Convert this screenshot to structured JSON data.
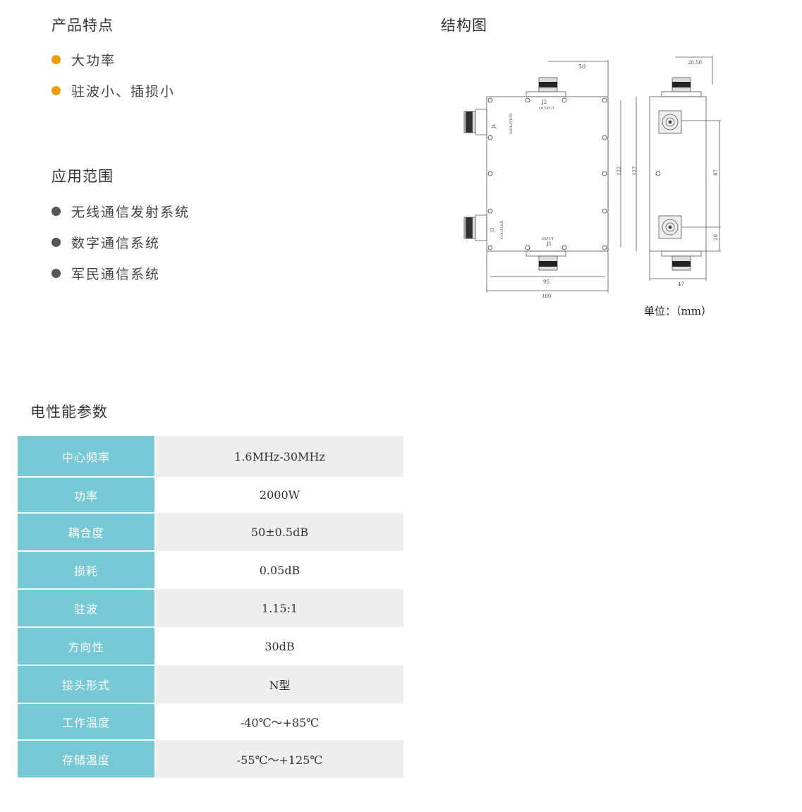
{
  "features": {
    "title": "产品特点",
    "items": [
      "大功率",
      "驻波小、插损小"
    ]
  },
  "applications": {
    "title": "应用范围",
    "items": [
      "无线通信发射系统",
      "数字通信系统",
      "军民通信系统"
    ]
  },
  "structure": {
    "title": "结构图",
    "unit": "单位：（mm）",
    "labels": {
      "top_dim": "50",
      "j2": "J2",
      "output": "OUTPUT",
      "j4": "J4",
      "isolation": "ISOLATION",
      "j3": "J3",
      "coupled": "COUPLED",
      "j1": "J1",
      "input": "INPUT",
      "h_inner": "122",
      "h_outer": "127",
      "w_inner": "95",
      "w_outer": "100",
      "side_top": "20.50",
      "side_h": "87",
      "side_low": "20",
      "side_w": "47"
    }
  },
  "specs": {
    "title": "电性能参数",
    "rows": [
      {
        "label": "中心频率",
        "value": "1.6MHz-30MHz"
      },
      {
        "label": "功率",
        "value": "2000W"
      },
      {
        "label": "耦合度",
        "value": "50±0.5dB"
      },
      {
        "label": "损耗",
        "value": "0.05dB"
      },
      {
        "label": "驻波",
        "value": "1.15:1"
      },
      {
        "label": "方向性",
        "value": "30dB"
      },
      {
        "label": "接头形式",
        "value": "N型"
      },
      {
        "label": "工作温度",
        "value": "-40℃～+85℃"
      },
      {
        "label": "存储温度",
        "value": "-55℃～+125℃"
      }
    ]
  },
  "colors": {
    "accent": "#f29b00",
    "table_header": "#76c8d4",
    "row_alt": "#eeeeee"
  }
}
